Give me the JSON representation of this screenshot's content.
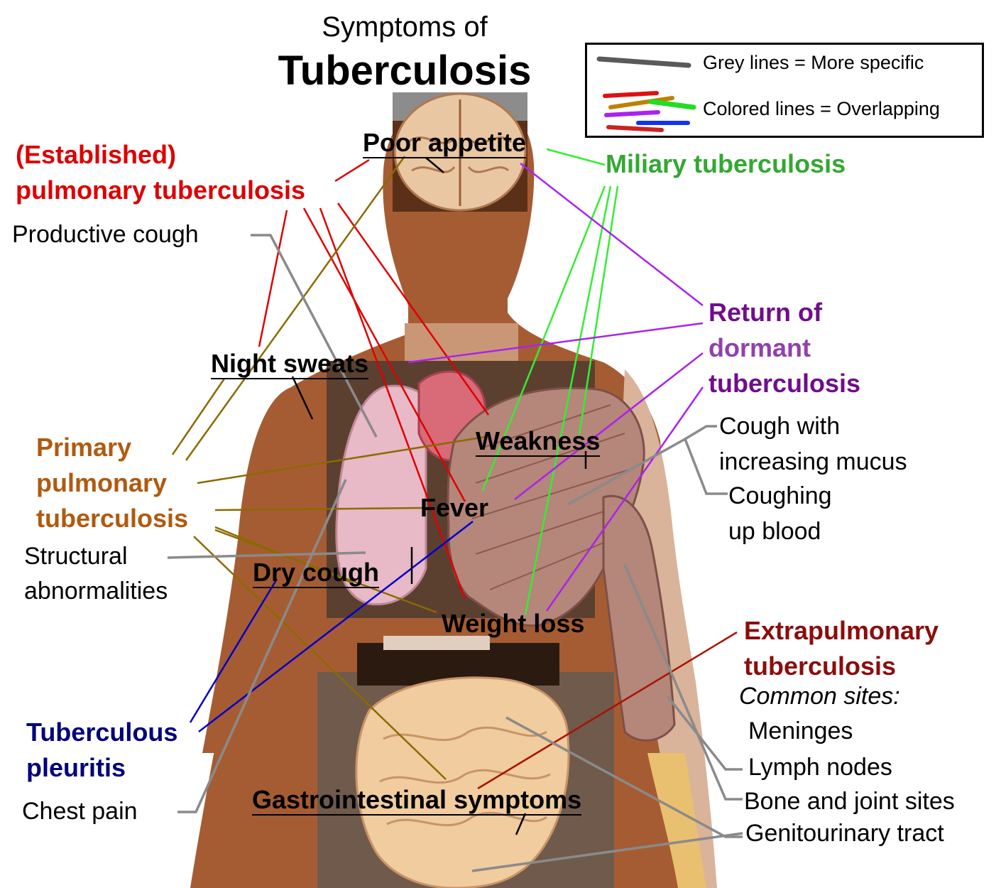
{
  "title": {
    "line1": "Symptoms of",
    "line2": "Tuberculosis"
  },
  "legend": {
    "grey_label": "Grey lines = More specific",
    "colored_label": "Colored lines = Overlapping"
  },
  "colors": {
    "established": "#dd0000",
    "miliary": "#33a833",
    "dormant": "#700d8c",
    "primary": "#b05a10",
    "pleuritis": "#00007a",
    "extrapulmonary": "#8b0d0d",
    "grey_line": "#7f7f7f"
  },
  "symptoms": {
    "poor_appetite": "Poor appetite",
    "night_sweats": "Night sweats",
    "weakness": "Weakness",
    "fever": "Fever",
    "dry_cough": "Dry cough",
    "weight_loss": "Weight loss",
    "gi_symptoms": "Gastrointestinal symptoms"
  },
  "categories": {
    "established": [
      "(Established)",
      "pulmonary tuberculosis"
    ],
    "miliary": "Miliary tuberculosis",
    "dormant": [
      "Return of",
      "dormant",
      "tuberculosis"
    ],
    "primary": [
      "Primary",
      "pulmonary",
      "tuberculosis"
    ],
    "pleuritis": [
      "Tuberculous",
      "pleuritis"
    ],
    "extrapulmonary": [
      "Extrapulmonary",
      "tuberculosis"
    ]
  },
  "specific": {
    "productive_cough": "Productive cough",
    "structural": [
      "Structural",
      "abnormalities"
    ],
    "chest_pain": "Chest pain",
    "cough_mucus": [
      "Cough with",
      "increasing mucus"
    ],
    "coughing_blood": [
      "Coughing",
      "up blood"
    ],
    "common_sites": "Common sites:",
    "sites": [
      "Meninges",
      "Lymph nodes",
      "Bone and joint sites",
      "Genitourinary tract"
    ]
  }
}
